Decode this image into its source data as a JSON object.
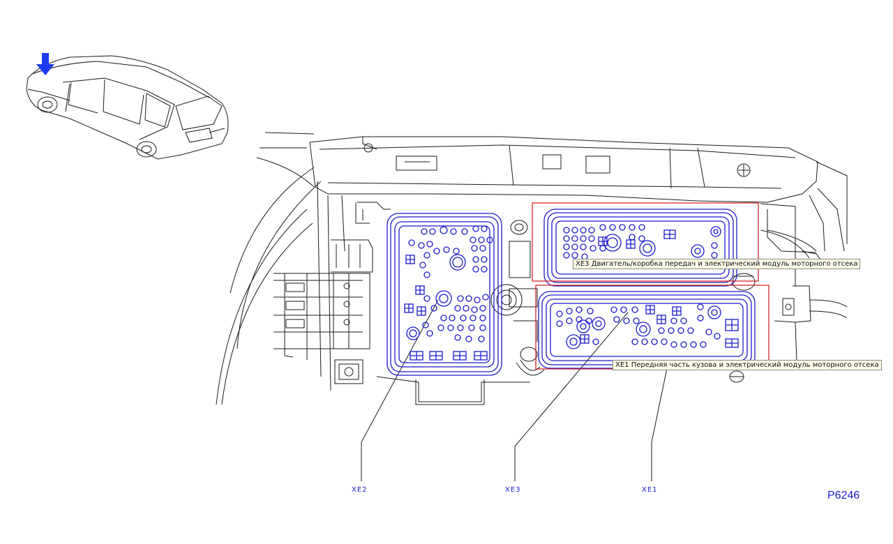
{
  "colors": {
    "line": "#1a1a1a",
    "connector": "#1a1acc",
    "highlight": "#d01818",
    "arrow": "#1a3cf0",
    "tooltip_bg": "#fdfae8"
  },
  "icons": {
    "location_arrow": "down-arrow-icon"
  },
  "callouts": {
    "xe3": "XE3 Двигатель/коробка передач и электрический модуль моторного отсека",
    "xe1": "XE1 Передняя часть кузова и электрический модуль моторного отсека"
  },
  "labels": {
    "xe2": "XE2",
    "xe3": "XE3",
    "xe1": "XE1"
  },
  "reference": "P6246"
}
